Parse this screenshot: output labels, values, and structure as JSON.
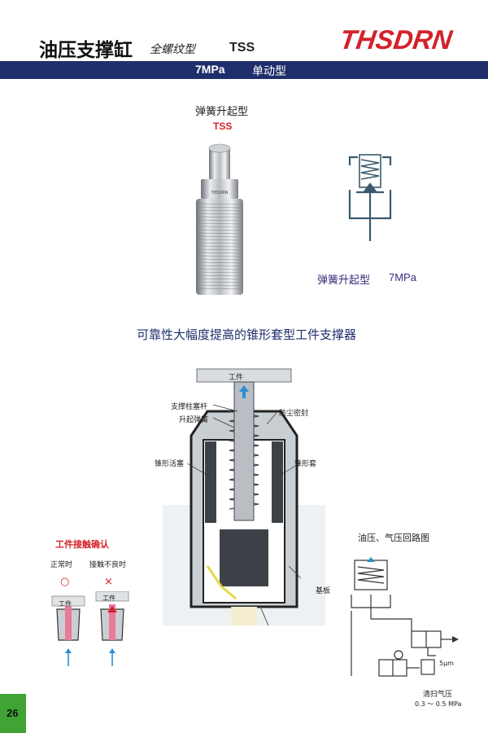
{
  "header": {
    "title": "油压支撑缸",
    "subtitle": "全螺纹型",
    "model": "TSS",
    "brand": "THSDRN",
    "pressure": "7MPa",
    "action": "单动型"
  },
  "product": {
    "type_label": "弹簧升起型",
    "model_label": "TSS",
    "symbol_caption": "弹簧升起型",
    "symbol_pressure": "7MPa"
  },
  "headline": "可靠性大幅度提高的锥形套型工件支撑器",
  "diagram": {
    "workpiece": "工件",
    "support_rod": "支撑柱塞杆",
    "lift_spring": "升起弹簧",
    "dust_seal": "防尘密封",
    "cone_piston": "锥形活塞",
    "cone_sleeve": "锥形套",
    "base_plate": "基板"
  },
  "contact_check": {
    "title": "工件接触确认",
    "normal_label": "正常时",
    "bad_label": "接触不良时",
    "normal_mark": "○",
    "bad_mark": "×",
    "workpiece_a": "工件",
    "workpiece_b": "工件"
  },
  "circuit": {
    "title": "油压、气压回路图",
    "filter_label": "5μm",
    "air_label": "清扫气压",
    "air_range": "0.3 ～ 0.5 MPa"
  },
  "page": {
    "number": "26"
  },
  "colors": {
    "brand_red": "#d3232a",
    "header_navy": "#1f2f6b",
    "page_tab_green": "#3fa434"
  }
}
